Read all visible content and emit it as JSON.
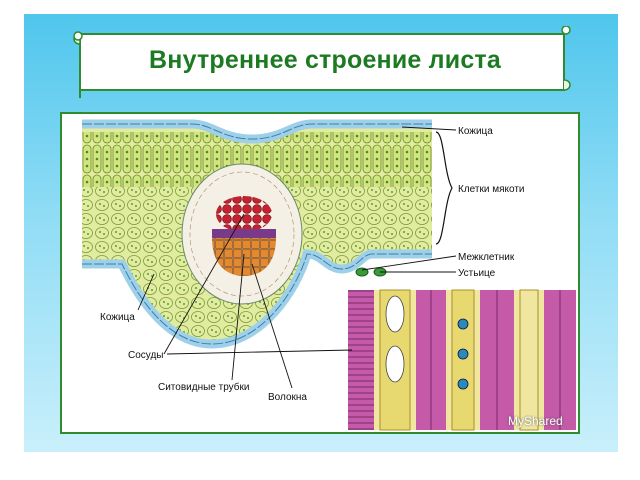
{
  "slide": {
    "title": "Внутреннее строение листа"
  },
  "diagram": {
    "labels": {
      "skin_top": "Кожица",
      "pulp_cells": "Клетки мякоти",
      "intercellular": "Межклетник",
      "stoma": "Устьице",
      "skin_bottom": "Кожица",
      "vessels": "Сосуды",
      "sieve_tubes": "Ситовидные трубки",
      "fibers": "Волокна"
    }
  },
  "watermark": "MyShared",
  "colors": {
    "title_text": "#1b7a22",
    "frame_border": "#2e8b2e",
    "epidermis": "#b9dff2",
    "mesophyll": "#cfe07a",
    "xylem": "#c8202e",
    "phloem": "#e3892f",
    "vessel_purple": "#b04fa8"
  }
}
